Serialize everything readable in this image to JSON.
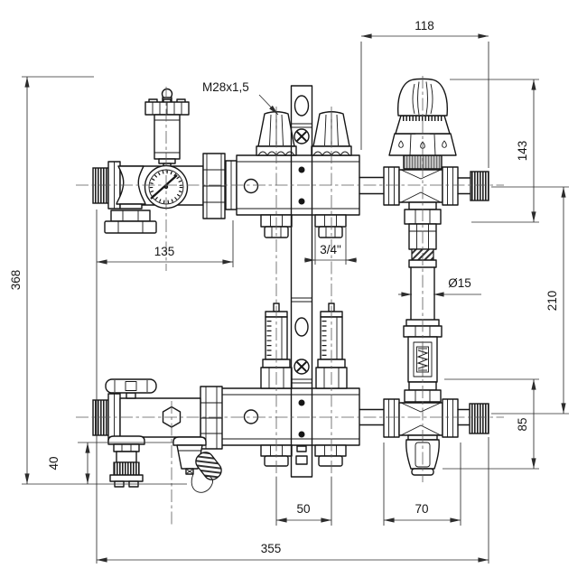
{
  "drawing": {
    "type": "technical-drawing",
    "subject": "heating manifold mixing unit with thermostatic valve, pressure gauge, flow meters and dimension annotations",
    "colors": {
      "line": "#161616",
      "dimension": "#2c2c2c",
      "knurl_gray": "#c9c9c9",
      "background": "#ffffff"
    },
    "labels": {
      "height_total": "368",
      "width_total": "355",
      "left_group_width": "135",
      "top_valve_width": "118",
      "valve_height": "143",
      "riser_height": "210",
      "right_valve_height": "85",
      "drain_offset": "40",
      "outlet_pitch": "50",
      "right_valve_width": "70",
      "thread_spec": "M28x1,5",
      "outlet_thread": "3/4\"",
      "pipe_dia": "Ø15"
    }
  }
}
